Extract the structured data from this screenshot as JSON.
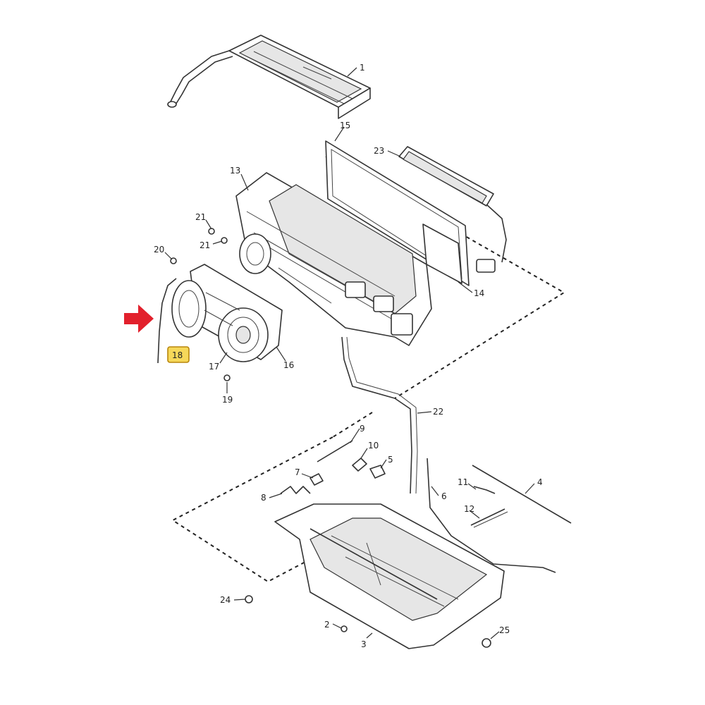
{
  "diagram": {
    "callouts": [
      "1",
      "2",
      "3",
      "4",
      "5",
      "6",
      "7",
      "8",
      "9",
      "10",
      "11",
      "12",
      "13",
      "14",
      "15",
      "16",
      "17",
      "18",
      "19",
      "20",
      "21",
      "21",
      "22",
      "23",
      "24",
      "25"
    ],
    "highlighted_callout": "18",
    "colors": {
      "arrow": "#e2202c",
      "highlight_fill": "#f6d85a",
      "highlight_border": "#b8860b",
      "line": "#333333"
    }
  }
}
